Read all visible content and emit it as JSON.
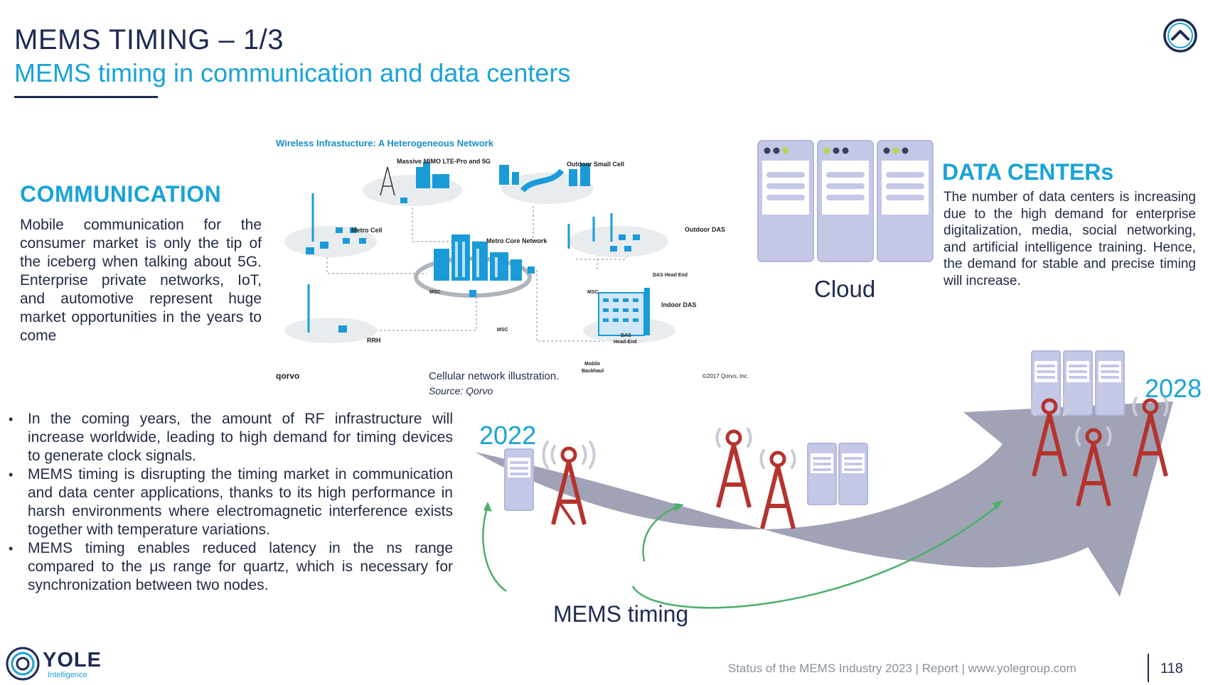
{
  "slide": {
    "title": "MEMS TIMING – 1/3",
    "subtitle": "MEMS timing in communication and data centers"
  },
  "communication": {
    "heading": "COMMUNICATION",
    "text": "Mobile communication for the consumer market is only the tip of the iceberg when talking about 5G. Enterprise private networks, IoT, and automotive represent huge market opportunities in the years to come"
  },
  "figure": {
    "title": "Wireless Infrastucture: A Heterogeneous Network",
    "labels": {
      "massive_mimo": "Massive MIMO LTE-Pro and 5G",
      "outdoor_small_cell": "Outdoor Small Cell",
      "metro_cell": "Metro Cell",
      "metro_core": "Metro Core Network",
      "outdoor_das": "Outdoor DAS",
      "das_head_end_1": "DAS Head End",
      "msc_left": "MSC",
      "msc_right": "MSC",
      "msc_bottom": "MSC",
      "indoor_das": "Indoor DAS",
      "das_head_end_2a": "DAS",
      "das_head_end_2b": "Head-End",
      "rrh": "RRH",
      "mobile_backhaul_a": "Mobile",
      "mobile_backhaul_b": "Backhaul"
    },
    "brand": "qorvo",
    "copyright": "©2017 Qorvo, Inc.",
    "caption": "Cellular network illustration.",
    "source": "Source: Qorvo"
  },
  "data_centers": {
    "heading": "DATA CENTERs",
    "text": "The number of data centers is increasing due to the high demand for enterprise digitalization, media, social networking, and artificial intelligence training. Hence, the demand for stable and precise timing will increase.",
    "cloud_label": "Cloud"
  },
  "bullets": [
    "In the coming years, the amount of RF infrastructure will increase worldwide, leading to high demand for timing devices to generate clock signals.",
    "MEMS timing is disrupting the timing market in communication and data center applications, thanks to its high performance in harsh environments where electromagnetic interference exists together with temperature variations.",
    "MEMS timing enables reduced latency in the ns range compared to the μs range for quartz, which is necessary for synchronization between two nodes."
  ],
  "growth": {
    "year_start": "2022",
    "year_end": "2028",
    "label": "MEMS timing"
  },
  "footer": {
    "logo_name": "YOLE",
    "logo_sub": "Intelligence",
    "text": "Status of the MEMS Industry 2023 | Report | www.yolegroup.com",
    "page": "118"
  },
  "colors": {
    "navy": "#1e2a52",
    "accent_blue": "#18a3d9",
    "server_lavender": "#c4c7e6",
    "tower_red": "#b5332e",
    "arrow_gray": "#8f93a8",
    "arrow_green": "#4caf6a"
  }
}
